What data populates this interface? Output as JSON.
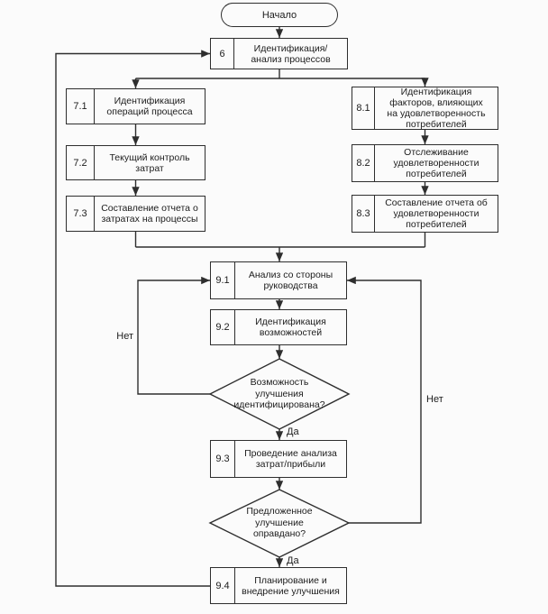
{
  "diagram": {
    "start_label": "Начало",
    "yes_label": "Да",
    "no_label": "Нет",
    "boxes": [
      {
        "num": "6",
        "text": "Идентификация/\nанализ процессов"
      },
      {
        "num": "7.1",
        "text": "Идентификация\nопераций процесса"
      },
      {
        "num": "7.2",
        "text": "Текущий контроль\nзатрат"
      },
      {
        "num": "7.3",
        "text": "Составление отчета о\nзатратах на процессы"
      },
      {
        "num": "8.1",
        "text": "Идентификация\nфакторов, влияющих\nна удовлетворенность\nпотребителей"
      },
      {
        "num": "8.2",
        "text": "Отслеживание\nудовлетворенности\nпотребителей"
      },
      {
        "num": "8.3",
        "text": "Составление отчета об\nудовлетворенности\nпотребителей"
      },
      {
        "num": "9.1",
        "text": "Анализ со стороны\nруководства"
      },
      {
        "num": "9.2",
        "text": "Идентификация\nвозможностей"
      },
      {
        "num": "9.3",
        "text": "Проведение анализа\nзатрат/прибыли"
      },
      {
        "num": "9.4",
        "text": "Планирование и\nвнедрение улучшения"
      }
    ],
    "decisions": [
      {
        "text": "Возможность\nулучшения\nидентифицирована?"
      },
      {
        "text": "Предложенное\nулучшение\nоправдано?"
      }
    ],
    "colors": {
      "line": "#2e2e2e",
      "background": "#fbfbfb",
      "text": "#1c1c1c"
    }
  }
}
